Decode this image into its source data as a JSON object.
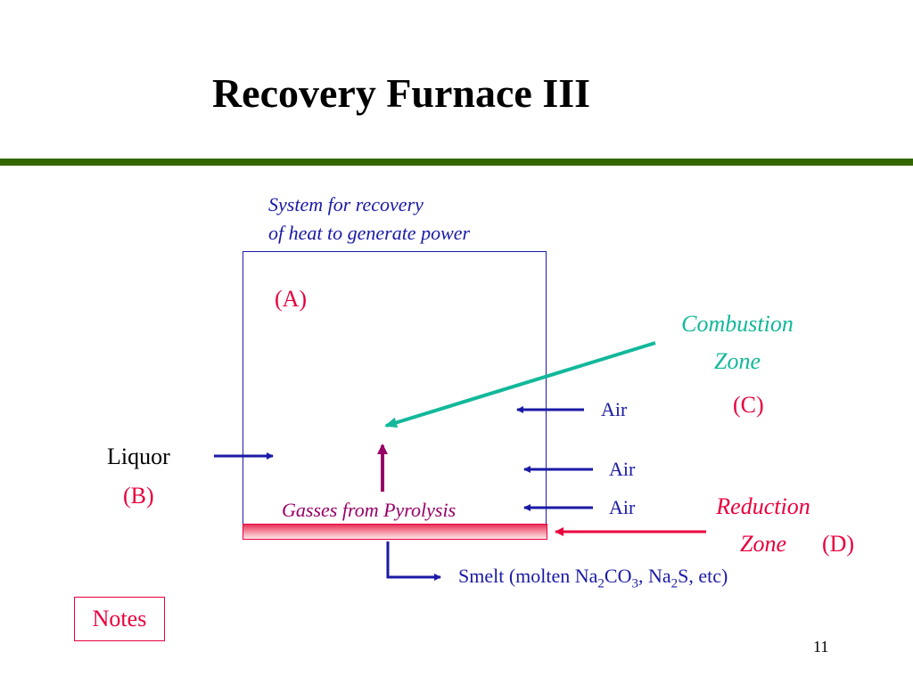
{
  "slide": {
    "title": "Recovery Furnace III",
    "page_number": "11",
    "notes_button": "Notes"
  },
  "diagram": {
    "system_line1": "System for recovery",
    "system_line2": "of heat to generate power",
    "label_a": "(A)",
    "combustion_line1": "Combustion",
    "combustion_line2": "Zone",
    "label_c": "(C)",
    "air_top": "Air",
    "air_middle": "Air",
    "air_bottom": "Air",
    "liquor": "Liquor",
    "label_b": "(B)",
    "gasses": "Gasses from Pyrolysis",
    "reduction_line1": "Reduction",
    "reduction_line2": "Zone",
    "label_d": "(D)",
    "smelt": {
      "prefix": "Smelt (molten Na",
      "sub1": "2",
      "mid1": "CO",
      "sub2": "3",
      "mid2": ", Na",
      "sub3": "2",
      "suffix": "S, etc)"
    }
  },
  "colors": {
    "title_rule": "#336600",
    "label_red": "#e8003d",
    "combustion_teal": "#12b89a",
    "arrow_blue": "#1a1aa6",
    "gas_purple": "#990066"
  }
}
